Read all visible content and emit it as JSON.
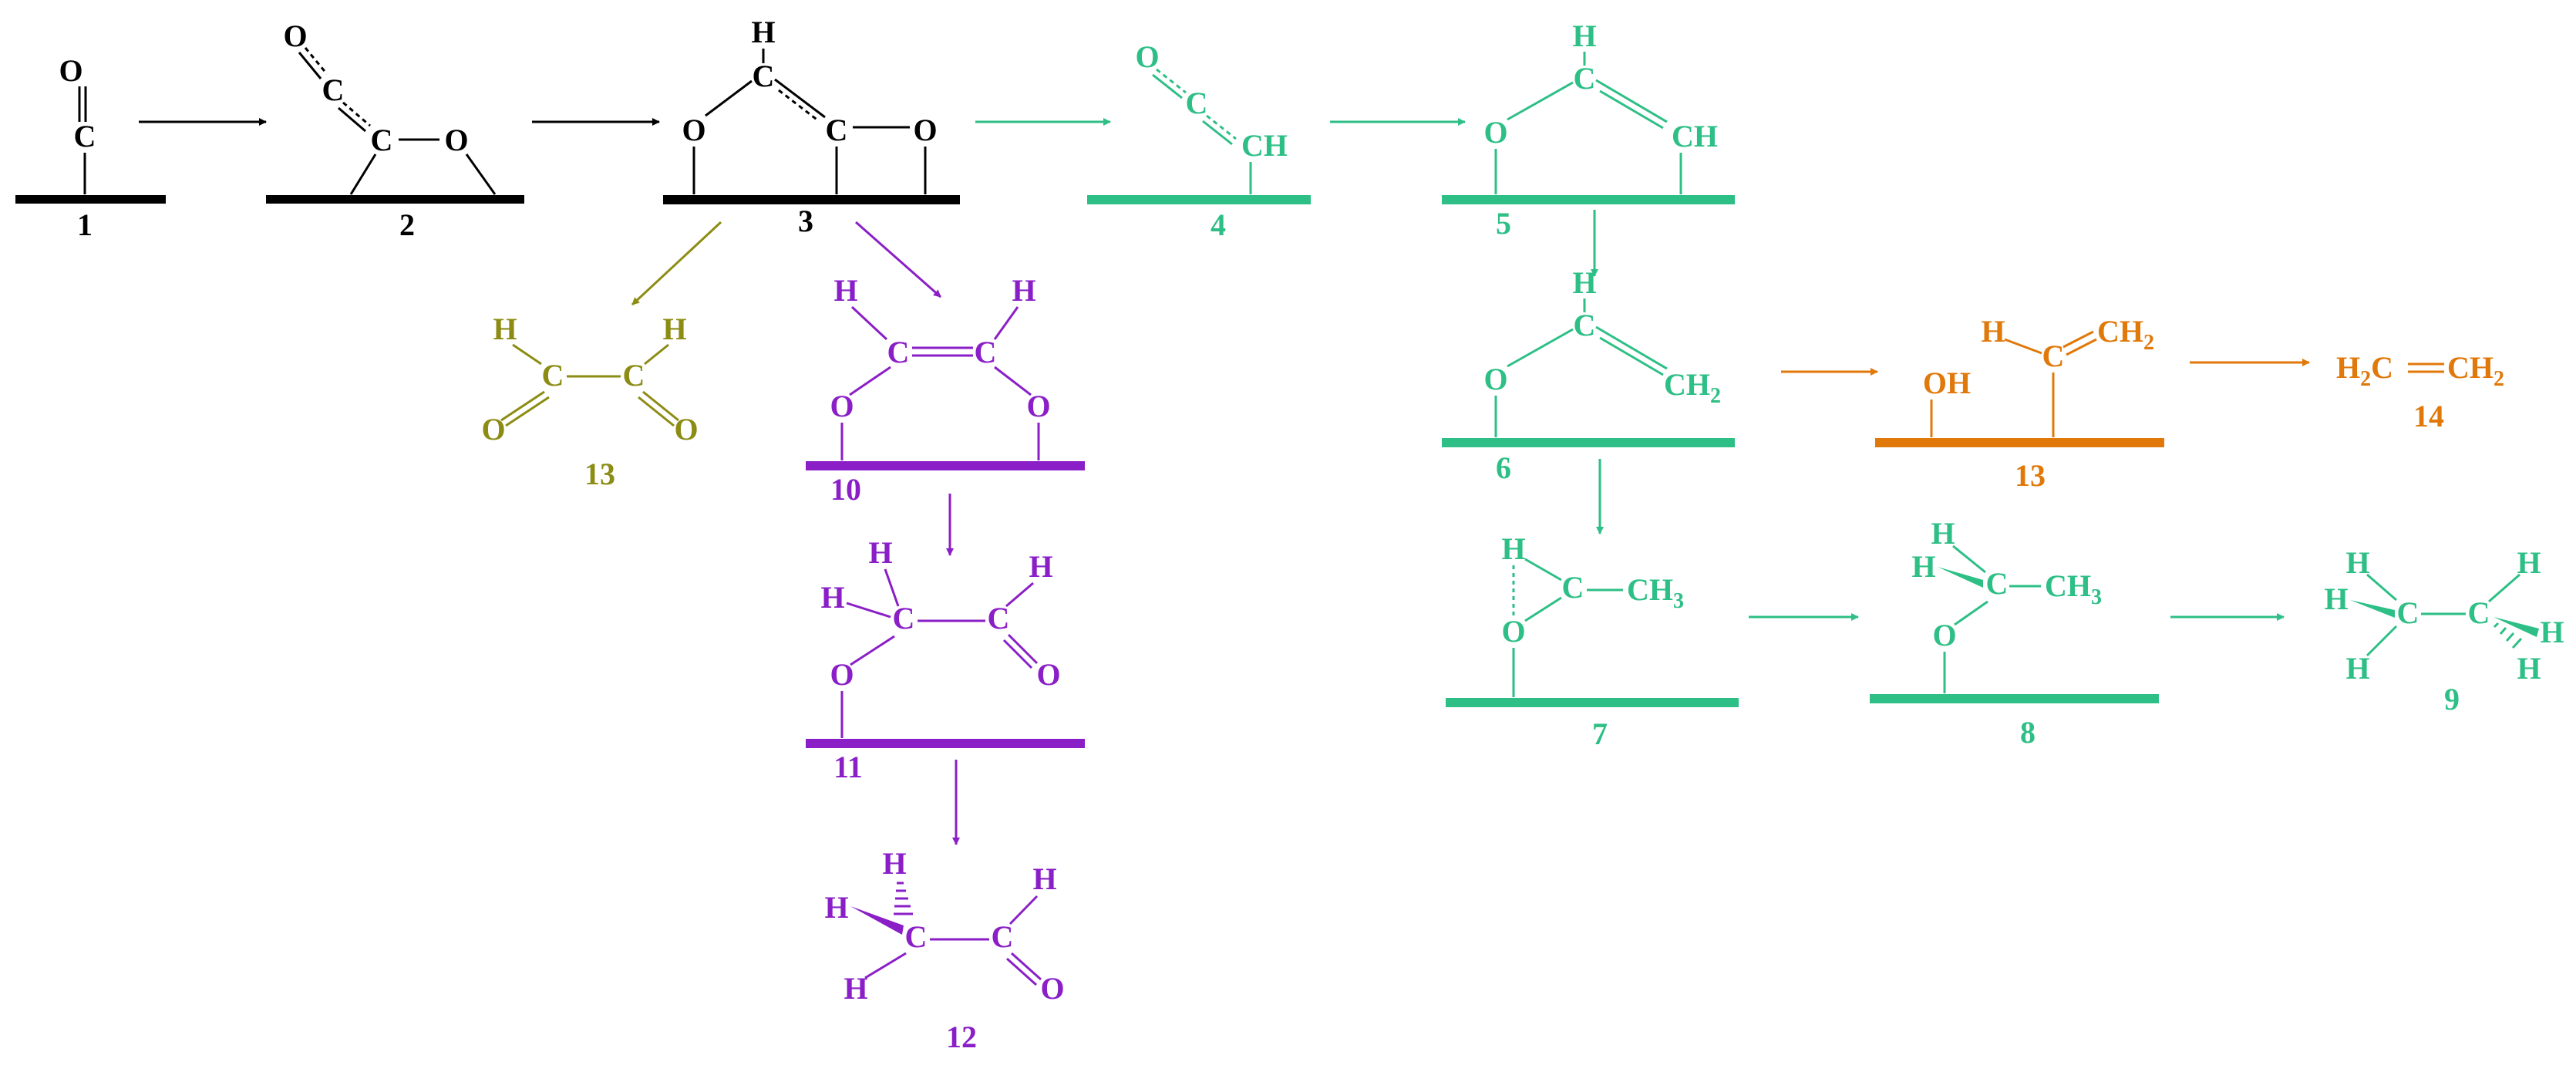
{
  "colors": {
    "black": "#000000",
    "green": "#2dbf86",
    "purple": "#8a1fc7",
    "olive": "#8c8c14",
    "orange": "#e0780a"
  },
  "atoms": {
    "C": "C",
    "O": "O",
    "H": "H",
    "CH": "CH",
    "CH2": "CH",
    "CH3": "CH",
    "H2C": "H",
    "OH": "OH",
    "sub2": "2",
    "sub3": "3"
  },
  "labels": {
    "s1": "1",
    "s2": "2",
    "s3": "3",
    "s4": "4",
    "s5": "5",
    "s6": "6",
    "s7": "7",
    "s8": "8",
    "s9": "9",
    "s10": "10",
    "s11": "11",
    "s12": "12",
    "s13a": "13",
    "s13b": "13",
    "s14": "14"
  }
}
